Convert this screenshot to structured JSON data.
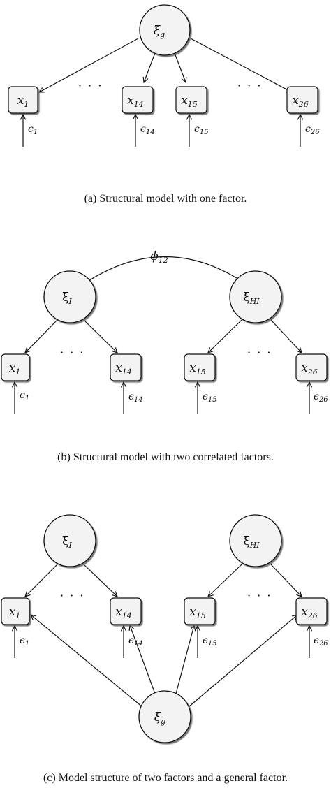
{
  "panel_a": {
    "caption": "(a) Structural model with one factor.",
    "factor": {
      "sym": "ξ",
      "sub": "g"
    },
    "items": [
      {
        "sym": "x",
        "sub": "1",
        "err_sym": "ϵ",
        "err_sub": "1"
      },
      {
        "sym": "x",
        "sub": "14",
        "err_sym": "ϵ",
        "err_sub": "14"
      },
      {
        "sym": "x",
        "sub": "15",
        "err_sym": "ϵ",
        "err_sub": "15"
      },
      {
        "sym": "x",
        "sub": "26",
        "err_sym": "ϵ",
        "err_sub": "26"
      }
    ],
    "dots": "· · ·"
  },
  "panel_b": {
    "caption": "(b) Structural model with two correlated factors.",
    "correlation": {
      "sym": "ϕ",
      "sub": "12"
    },
    "factor_1": {
      "sym": "ξ",
      "sub": "I"
    },
    "factor_2": {
      "sym": "ξ",
      "sub": "HI"
    },
    "items": [
      {
        "sym": "x",
        "sub": "1",
        "err_sym": "ϵ",
        "err_sub": "1"
      },
      {
        "sym": "x",
        "sub": "14",
        "err_sym": "ϵ",
        "err_sub": "14"
      },
      {
        "sym": "x",
        "sub": "15",
        "err_sym": "ϵ",
        "err_sub": "15"
      },
      {
        "sym": "x",
        "sub": "26",
        "err_sym": "ϵ",
        "err_sub": "26"
      }
    ],
    "dots": "· · ·"
  },
  "panel_c": {
    "caption": "(c) Model structure of two factors and a general factor.",
    "factor_1": {
      "sym": "ξ",
      "sub": "I"
    },
    "factor_2": {
      "sym": "ξ",
      "sub": "HI"
    },
    "general": {
      "sym": "ξ",
      "sub": "g"
    },
    "items": [
      {
        "sym": "x",
        "sub": "1",
        "err_sym": "ϵ",
        "err_sub": "1"
      },
      {
        "sym": "x",
        "sub": "14",
        "err_sym": "ϵ",
        "err_sub": "14"
      },
      {
        "sym": "x",
        "sub": "15",
        "err_sym": "ϵ",
        "err_sub": "15"
      },
      {
        "sym": "x",
        "sub": "26",
        "err_sym": "ϵ",
        "err_sub": "26"
      }
    ],
    "dots": "· · ·"
  }
}
